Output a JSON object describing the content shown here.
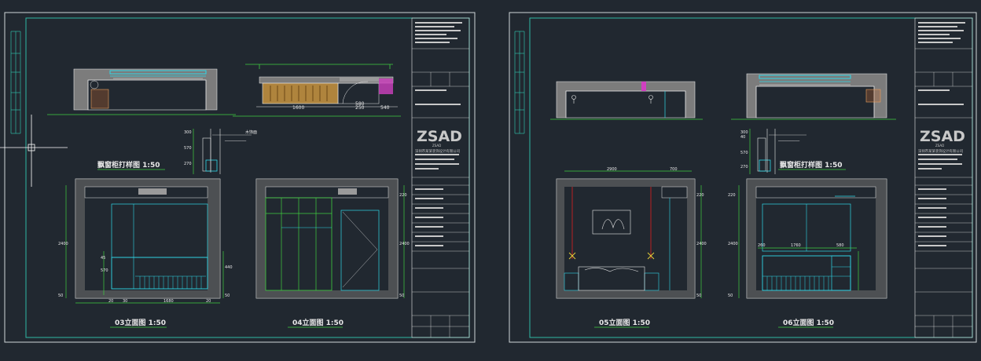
{
  "colors": {
    "background": "#212830",
    "frame": "#2fb8a4",
    "green": "#3fcf3f",
    "cyan": "#2fd8e8",
    "white": "#e8e8e8",
    "yellow": "#e8d23a",
    "red": "#e02020",
    "gray": "#7c7c7c",
    "magenta": "#d040c0",
    "orange_fill": "#c89440"
  },
  "icons": {
    "crosshair_cursor": "crosshair-cursor-icon",
    "lamp": "wall-lamp-icon",
    "picture": "wall-picture-icon"
  },
  "sheet_left": {
    "plan_top_dims": [
      "1600",
      "250",
      "580",
      "540"
    ],
    "detail_title": "飘窗柜打样图 1:50",
    "detail_dims": [
      "300",
      "570",
      "270"
    ],
    "detail_note": "木饰面",
    "elevation_03": {
      "title": "03立面图 1:50",
      "dims_bottom": [
        "20",
        "30",
        "1680",
        "20"
      ],
      "dims_left": [
        "2400",
        "50"
      ],
      "dims_side": [
        "45",
        "570",
        "440",
        "50"
      ]
    },
    "elevation_04": {
      "title": "04立面图 1:50",
      "dims_right": [
        "220",
        "2400",
        "50"
      ]
    },
    "titleblock": {
      "logo": "ZSAD",
      "logo_sub": "ZSAD",
      "company": "深圳市某某装饰设计有限公司"
    }
  },
  "sheet_right": {
    "detail_title": "飘窗柜打样图 1:50",
    "detail_dims": [
      "300",
      "40",
      "570",
      "270"
    ],
    "elevation_05": {
      "title": "05立面图 1:50",
      "dims_top": [
        "2900",
        "700"
      ],
      "dims_side": [
        "220",
        "2400",
        "50"
      ]
    },
    "elevation_06": {
      "title": "06立面图 1:50",
      "dims_inner": [
        "1760",
        "580",
        "260"
      ],
      "dims_side": [
        "220",
        "2400",
        "50"
      ]
    },
    "titleblock": {
      "logo": "ZSAD",
      "logo_sub": "ZSAD",
      "company": "深圳市某某装饰设计有限公司"
    }
  }
}
